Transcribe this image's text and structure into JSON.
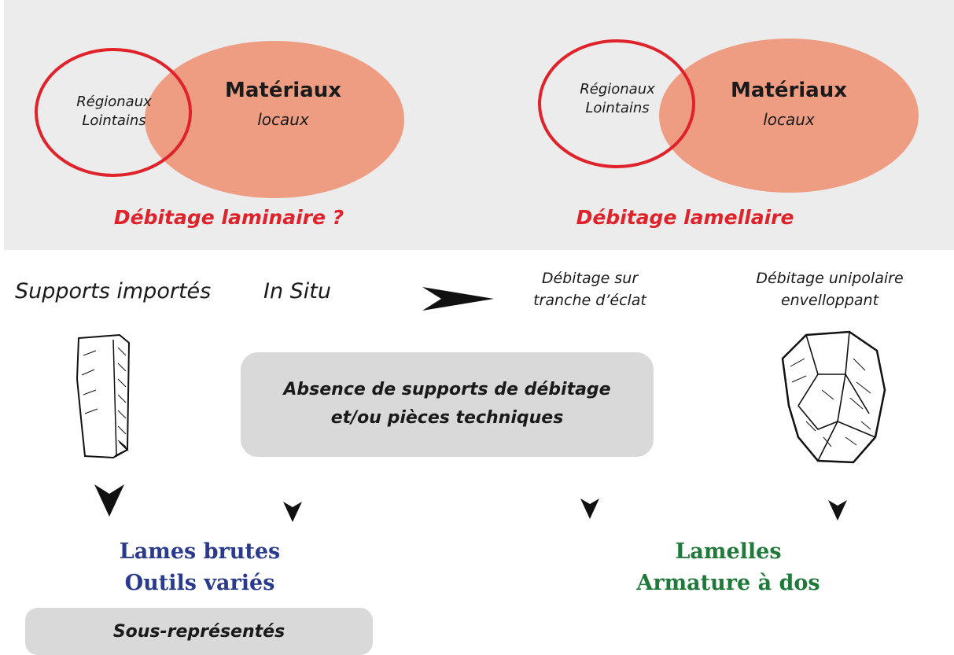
{
  "colors": {
    "band": "#ececec",
    "ellipse_fill": "#ef9d82",
    "circle_stroke": "#e0222a",
    "method_text": "#e0222a",
    "box_fill": "#d9d9d9",
    "result_blue": "#2a3a8c",
    "result_green": "#1f7a3a"
  },
  "left_venn": {
    "outer_label_line1": "Régionaux",
    "outer_label_line2": "Lointains",
    "main_label": "Matériaux",
    "main_sub": "locaux",
    "method": "Débitage laminaire ?"
  },
  "right_venn": {
    "outer_label_line1": "Régionaux",
    "outer_label_line2": "Lointains",
    "main_label": "Matériaux",
    "main_sub": "locaux",
    "method": "Débitage lamellaire"
  },
  "row_labels": {
    "supports": "Supports importés",
    "in_situ": "In Situ",
    "tranche_line1": "Débitage sur",
    "tranche_line2": "tranche d’éclat",
    "unipolaire_line1": "Débitage unipolaire",
    "unipolaire_line2": "envelloppant"
  },
  "center_box": {
    "line1": "Absence de supports de débitage",
    "line2": "et/ou pièces techniques"
  },
  "results": {
    "left_line1": "Lames brutes",
    "left_line2": "Outils variés",
    "right_line1": "Lamelles",
    "right_line2": "Armature à dos"
  },
  "bottom_box": {
    "label": "Sous-représentés"
  },
  "icons": {
    "blade": "stone-blade-drawing-icon",
    "core": "stone-core-drawing-icon",
    "arrow": "arrowhead-icon"
  }
}
